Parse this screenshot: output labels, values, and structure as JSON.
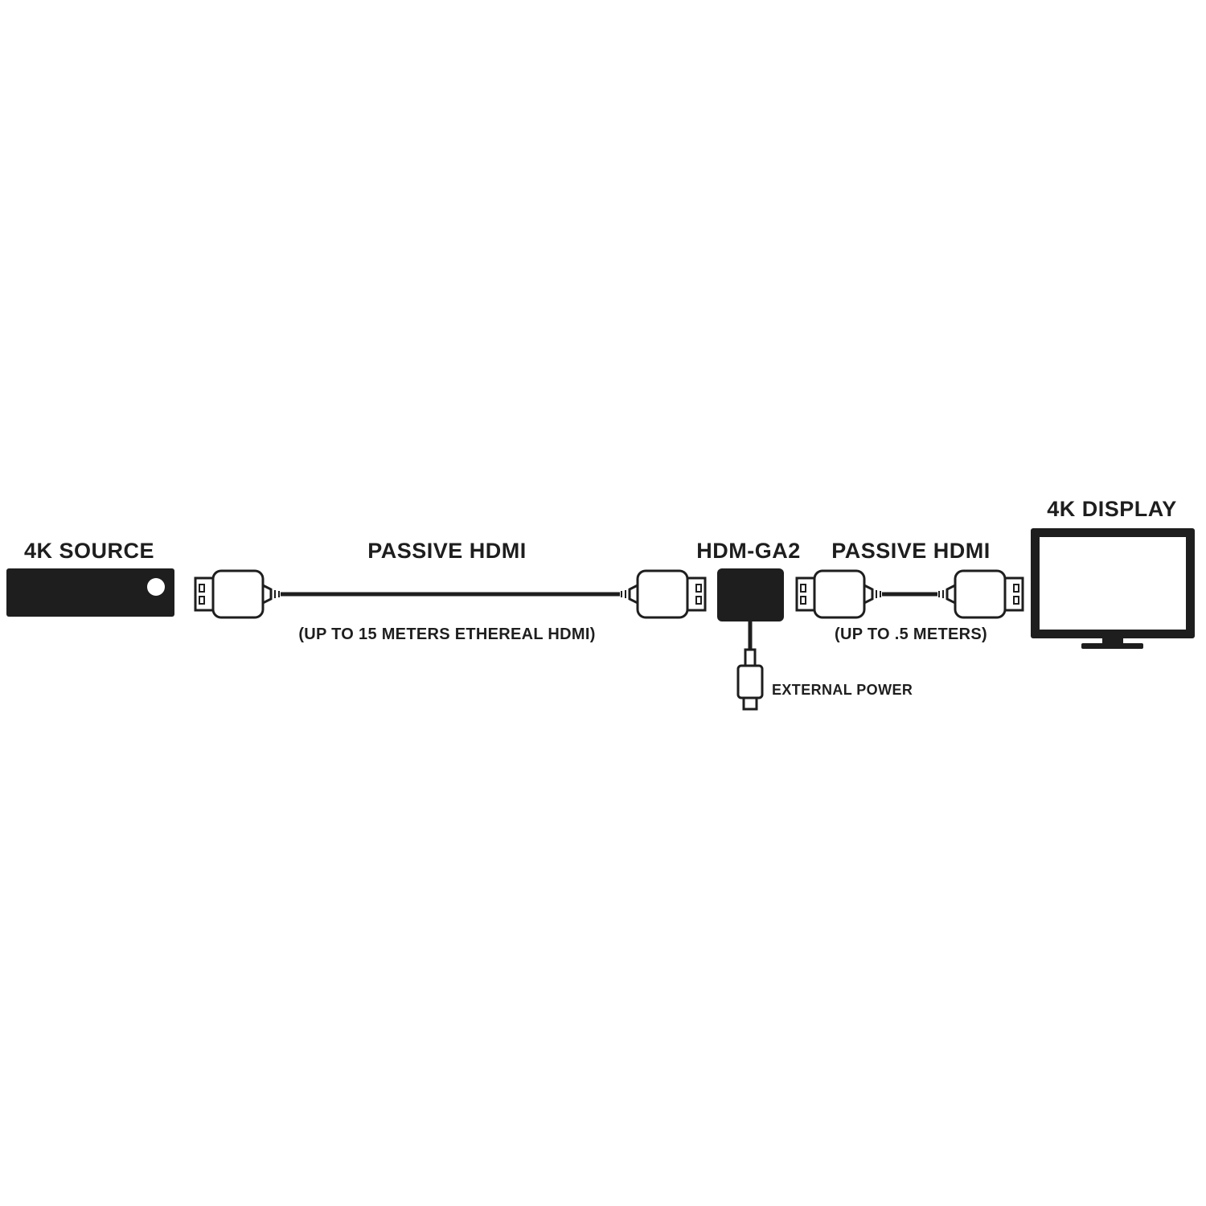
{
  "diagram": {
    "source_label": "4K SOURCE",
    "cable1_label": "PASSIVE HDMI",
    "cable1_note": "(UP TO 15 METERS ETHEREAL HDMI)",
    "device_label": "HDM-GA2",
    "cable2_label": "PASSIVE HDMI",
    "cable2_note": "(UP TO .5 METERS)",
    "display_label": "4K DISPLAY",
    "power_label": "EXTERNAL POWER"
  },
  "colors": {
    "ink": "#1e1e1e",
    "background": "#ffffff"
  }
}
